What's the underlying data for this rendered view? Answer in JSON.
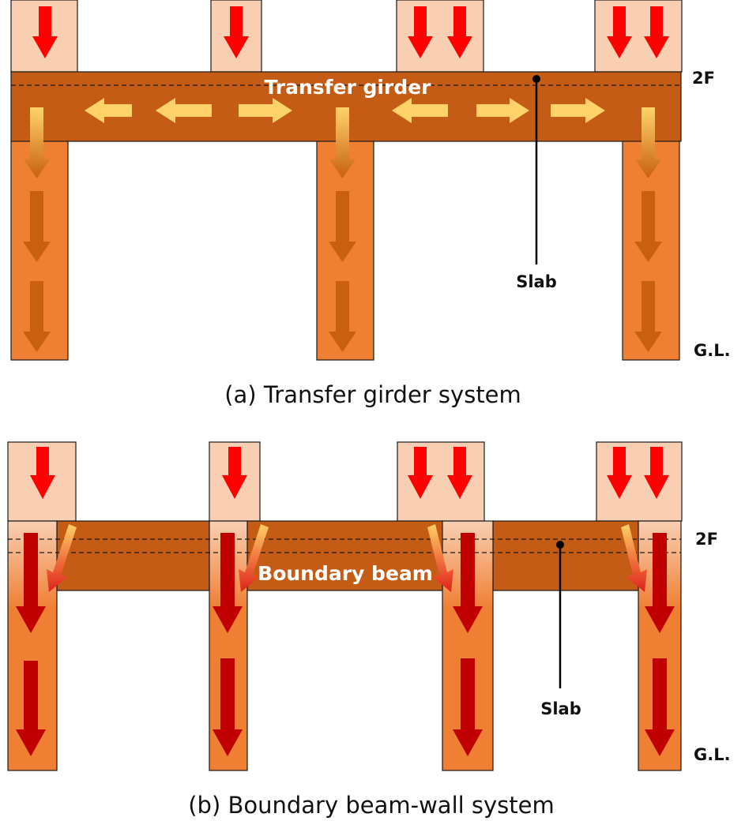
{
  "colors": {
    "load_block": "#f9cfb3",
    "girder": "#c45c16",
    "column": "#ef7f33",
    "arrow_red": "#ff0000",
    "arrow_darkred": "#c00000",
    "arrow_brown": "#c8600f",
    "arrow_yellow": "#ffd36a",
    "outline": "#1a1a1a"
  },
  "diagram_a": {
    "caption": "(a) Transfer girder system",
    "member_label": "Transfer girder",
    "floor_label": "2F",
    "ground_label": "G.L.",
    "slab_label": "Slab"
  },
  "diagram_b": {
    "caption": "(b) Boundary beam-wall system",
    "member_label": "Boundary beam",
    "floor_label": "2F",
    "ground_label": "G.L.",
    "slab_label": "Slab"
  }
}
